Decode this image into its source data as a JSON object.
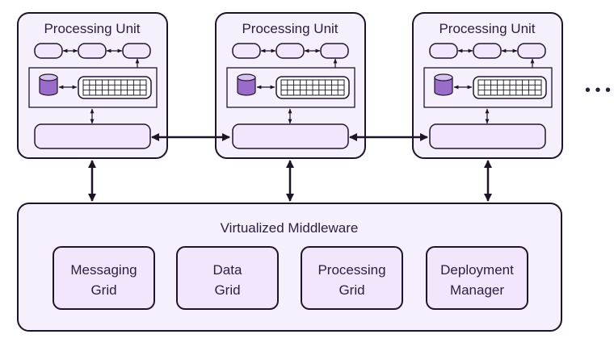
{
  "diagram": {
    "units": [
      {
        "title": "Processing Unit"
      },
      {
        "title": "Processing Unit"
      },
      {
        "title": "Processing Unit"
      }
    ],
    "ellipsis": "• • •",
    "middleware": {
      "title": "Virtualized Middleware",
      "components": [
        {
          "line1": "Messaging",
          "line2": "Grid"
        },
        {
          "line1": "Data",
          "line2": "Grid"
        },
        {
          "line1": "Processing",
          "line2": "Grid"
        },
        {
          "line1": "Deployment",
          "line2": "Manager"
        }
      ]
    },
    "colors": {
      "box_fill": "#f6f0fd",
      "inner_fill": "#f1e6fc",
      "stroke": "#1e1428",
      "db_fill": "#9a6cc9",
      "db_top": "#d8c2f0",
      "glow": "#b58ae6"
    }
  }
}
